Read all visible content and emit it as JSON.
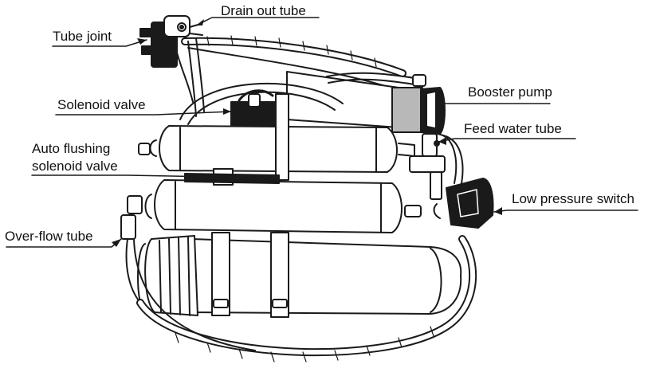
{
  "diagram": {
    "labels": {
      "drain_out_tube": "Drain out tube",
      "tube_joint": "Tube joint",
      "solenoid_valve": "Solenoid valve",
      "booster_pump": "Booster pump",
      "feed_water_tube": "Feed water tube",
      "auto_flushing_line1": "Auto flushing",
      "auto_flushing_line2": "solenoid valve",
      "low_pressure_switch": "Low pressure switch",
      "over_flow_tube": "Over-flow tube"
    },
    "colors": {
      "line": "#1a1a1a",
      "fill": "#ffffff",
      "dark_part": "#1a1a1a",
      "pump_grey": "#b8b8b8"
    }
  }
}
